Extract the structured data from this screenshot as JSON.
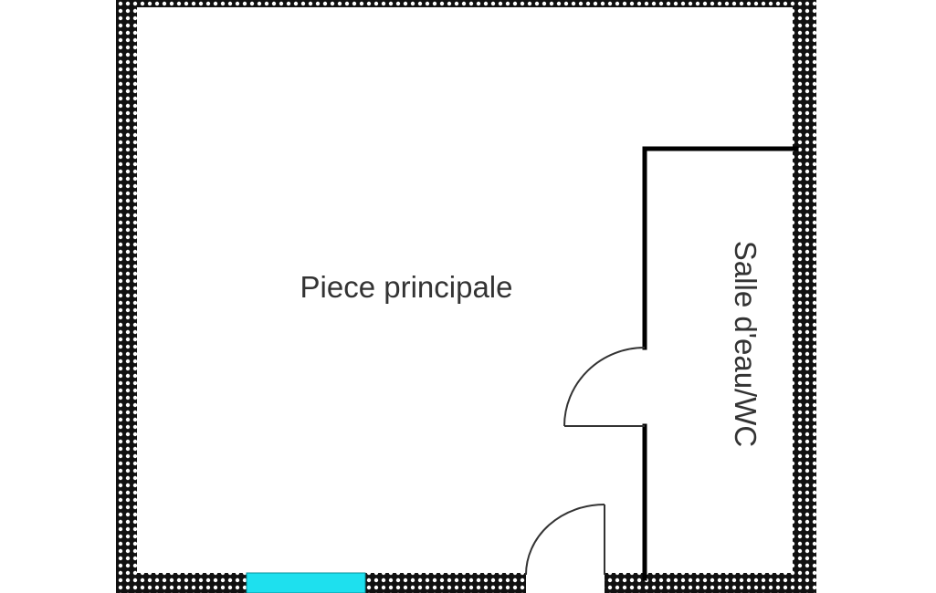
{
  "plan": {
    "rooms": [
      {
        "id": "main-room",
        "label": "Piece principale"
      },
      {
        "id": "bathroom",
        "label": "Salle d'eau/WC"
      }
    ],
    "colors": {
      "exterior_wall_dark": "#111111",
      "exterior_wall_light": "#ffffff",
      "interior_wall": "#000000",
      "window": "#1ee0ee",
      "door": "#333333",
      "label": "#333333",
      "background": "#ffffff"
    },
    "elements": {
      "exterior_wall": "hatched-exterior-wall",
      "interior_wall": "interior-partition",
      "window": "window",
      "doors": [
        "bathroom-door",
        "entrance-door"
      ]
    }
  }
}
